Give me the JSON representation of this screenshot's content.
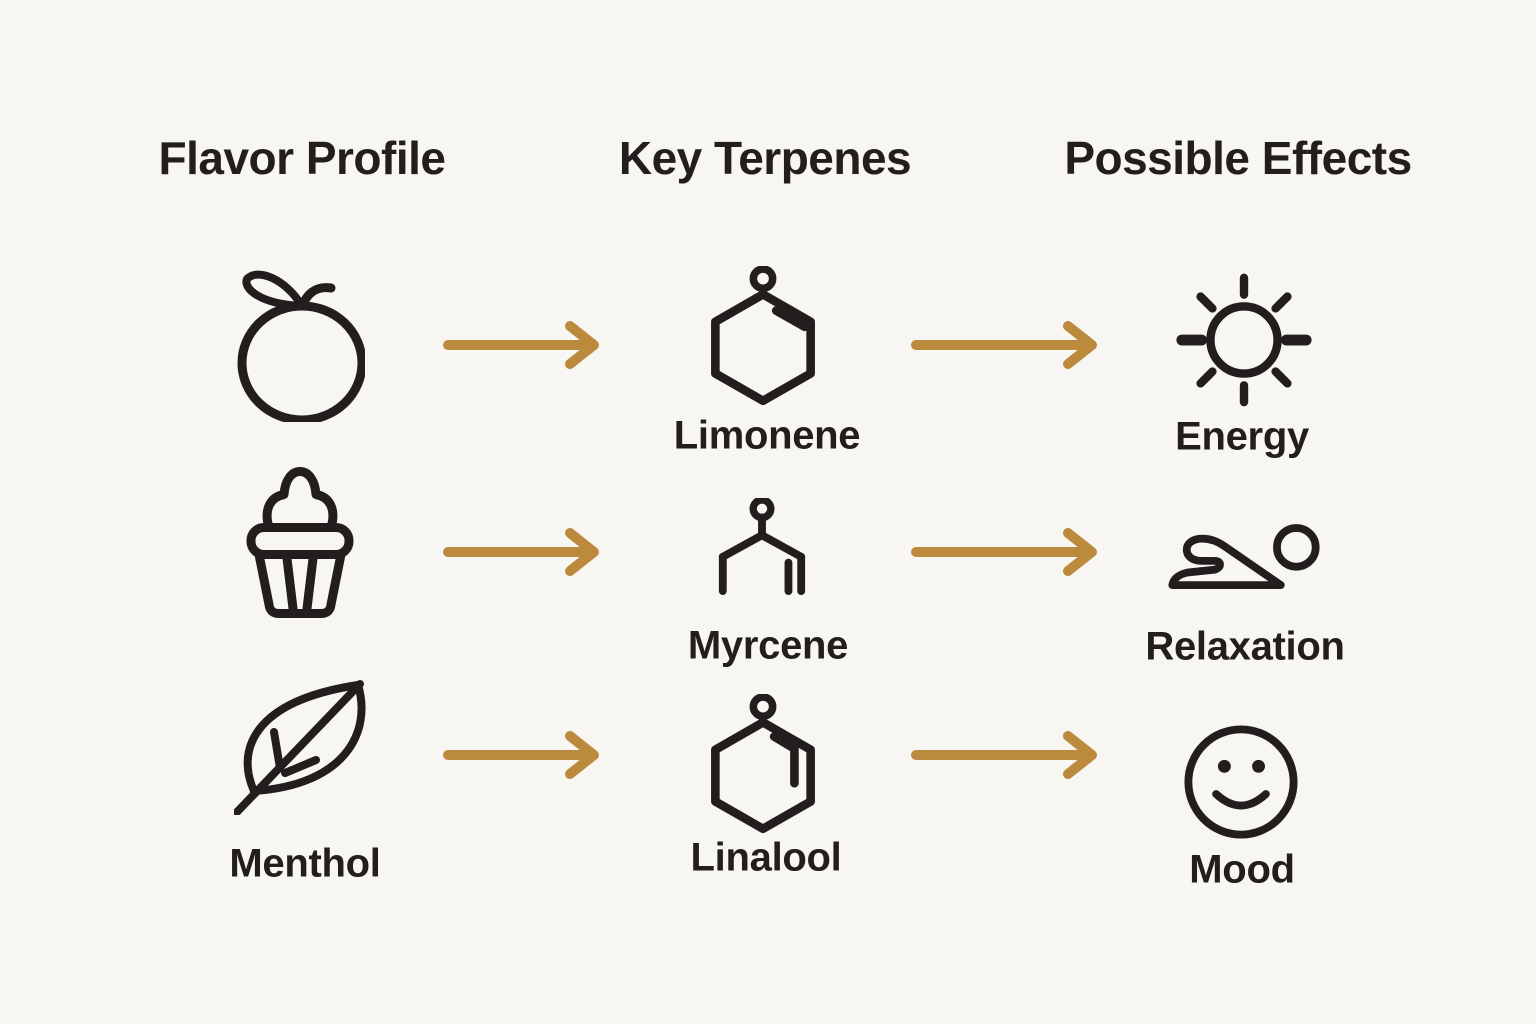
{
  "theme": {
    "background": "#f8f6f2",
    "ink": "#211e1d",
    "accent": "#bc8a3c"
  },
  "headers": {
    "flavor": "Flavor Profile",
    "terpenes": "Key Terpenes",
    "effects": "Possible Effects"
  },
  "rows": [
    {
      "flavor": {
        "icon": "orange-icon",
        "label": ""
      },
      "terpene": {
        "icon": "limonene-molecule-icon",
        "label": "Limonene"
      },
      "effect": {
        "icon": "sun-icon",
        "label": "Energy"
      }
    },
    {
      "flavor": {
        "icon": "cupcake-icon",
        "label": ""
      },
      "terpene": {
        "icon": "myrcene-molecule-icon",
        "label": "Myrcene"
      },
      "effect": {
        "icon": "relaxing-person-icon",
        "label": "Relaxation"
      }
    },
    {
      "flavor": {
        "icon": "leaf-icon",
        "label": "Menthol"
      },
      "terpene": {
        "icon": "linalool-molecule-icon",
        "label": "Linalool"
      },
      "effect": {
        "icon": "smiley-face-icon",
        "label": "Mood"
      }
    }
  ]
}
